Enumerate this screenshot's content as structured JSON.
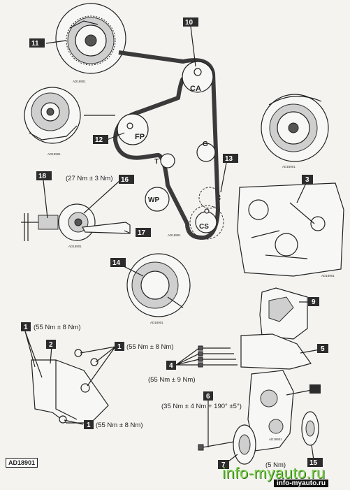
{
  "callouts": {
    "c1": "1",
    "c2": "2",
    "c3": "3",
    "c4": "4",
    "c5": "5",
    "c6": "6",
    "c7": "7",
    "c9": "9",
    "c10": "10",
    "c11": "11",
    "c12": "12",
    "c13": "13",
    "c14": "14",
    "c15": "15",
    "c16": "16",
    "c17": "17",
    "c18": "18"
  },
  "pulley_labels": {
    "ca": "CA",
    "fp": "FP",
    "g": "G",
    "t": "T",
    "wp": "WP",
    "cs": "CS"
  },
  "torques": {
    "t16": "(27 Nm ± 3 Nm)",
    "t1_left": "(55 Nm ± 8 Nm)",
    "t1_right": "(55 Nm ± 8 Nm)",
    "t1_bottom": "(55 Nm ± 8 Nm)",
    "t4": "(55 Nm ± 9 Nm)",
    "t6": "(35 Nm ± 4 Nm + 190° ±5°)",
    "t7": "(5 Nm)"
  },
  "refs": {
    "code": "AD18901"
  },
  "watermark": {
    "main": "info-myauto.ru",
    "small": "info-myauto.ru"
  },
  "colors": {
    "ink": "#222222",
    "paper": "#f4f3f0",
    "watermark": "#7fd34a"
  }
}
